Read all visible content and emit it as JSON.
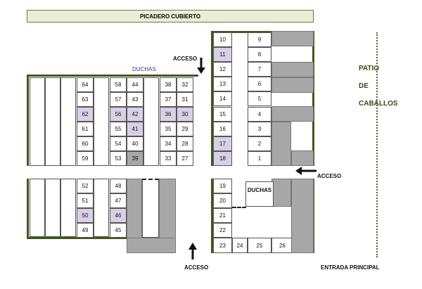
{
  "title": "PICADERO CUBIERTO",
  "patio_label": "PATIO\n\nDE\n\nCABALLOS",
  "labels": {
    "duchas_top": "DUCHAS",
    "duchas_mid": "DUCHAS",
    "acceso_top": "ACCESO",
    "acceso_right": "ACCESO",
    "acceso_bottom": "ACCESO",
    "entrada": "ENTRADA PRINCIPAL"
  },
  "colors": {
    "wall": "#3d5a1d",
    "highlight": "#d9cfe6",
    "occupied": "#a7a7a7"
  },
  "stall_groups": {
    "col_64_59": [
      "64",
      "63",
      "62",
      "61",
      "60",
      "59"
    ],
    "col_58_53": [
      "58",
      "57",
      "56",
      "55",
      "54",
      "53"
    ],
    "col_44_39": [
      "44",
      "43",
      "42",
      "41",
      "40",
      "39"
    ],
    "col_38_33": [
      "38",
      "37",
      "36",
      "35",
      "34",
      "33"
    ],
    "col_32_27": [
      "32",
      "31",
      "30",
      "29",
      "28",
      "27"
    ],
    "col_10_18": [
      "10",
      "11",
      "12",
      "13",
      "14",
      "15",
      "16",
      "17",
      "18"
    ],
    "col_9_1": [
      "9",
      "8",
      "7",
      "6",
      "5",
      "4",
      "3",
      "2",
      "1"
    ],
    "col_52_49": [
      "52",
      "51",
      "50",
      "49"
    ],
    "col_48_45": [
      "48",
      "47",
      "46",
      "45"
    ],
    "col_19_22": [
      "19",
      "20",
      "21",
      "22"
    ],
    "row_bottom": [
      "23",
      "24",
      "25",
      "26"
    ]
  },
  "highlighted": [
    "62",
    "56",
    "42",
    "36",
    "30",
    "41",
    "11",
    "17",
    "18",
    "50",
    "46"
  ],
  "gray": [
    "39"
  ]
}
